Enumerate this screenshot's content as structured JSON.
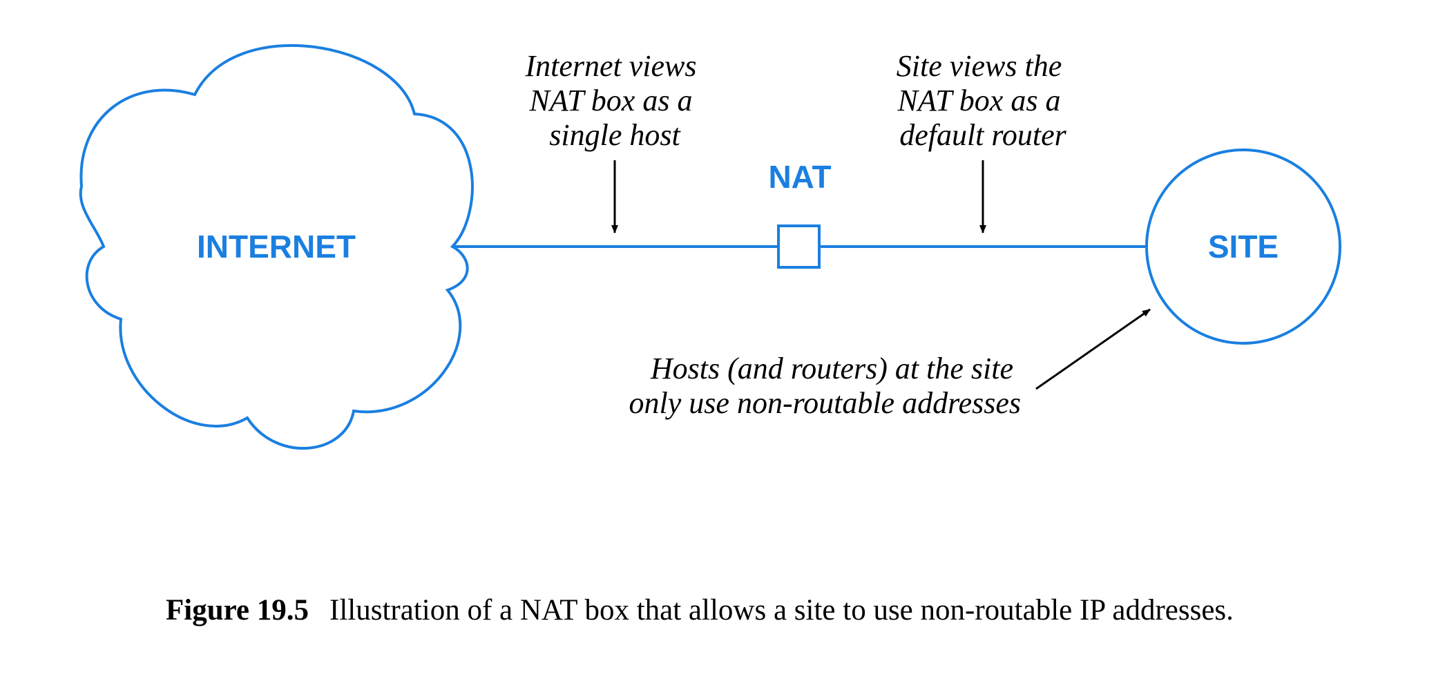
{
  "colors": {
    "diagram": "#1a7fe0",
    "annotation": "#000000"
  },
  "nodes": {
    "internet": "INTERNET",
    "nat": "NAT",
    "site": "SITE"
  },
  "annotations": {
    "internet_view": [
      "Internet views",
      "NAT box as a",
      "single host"
    ],
    "site_view": [
      "Site views the",
      "NAT box as a",
      "default router"
    ],
    "hosts": [
      "Hosts (and routers) at the site",
      "only use non-routable addresses"
    ]
  },
  "caption": {
    "number": "Figure 19.5",
    "text": "Illustration of a NAT box that allows a site to use non-routable IP addresses."
  }
}
